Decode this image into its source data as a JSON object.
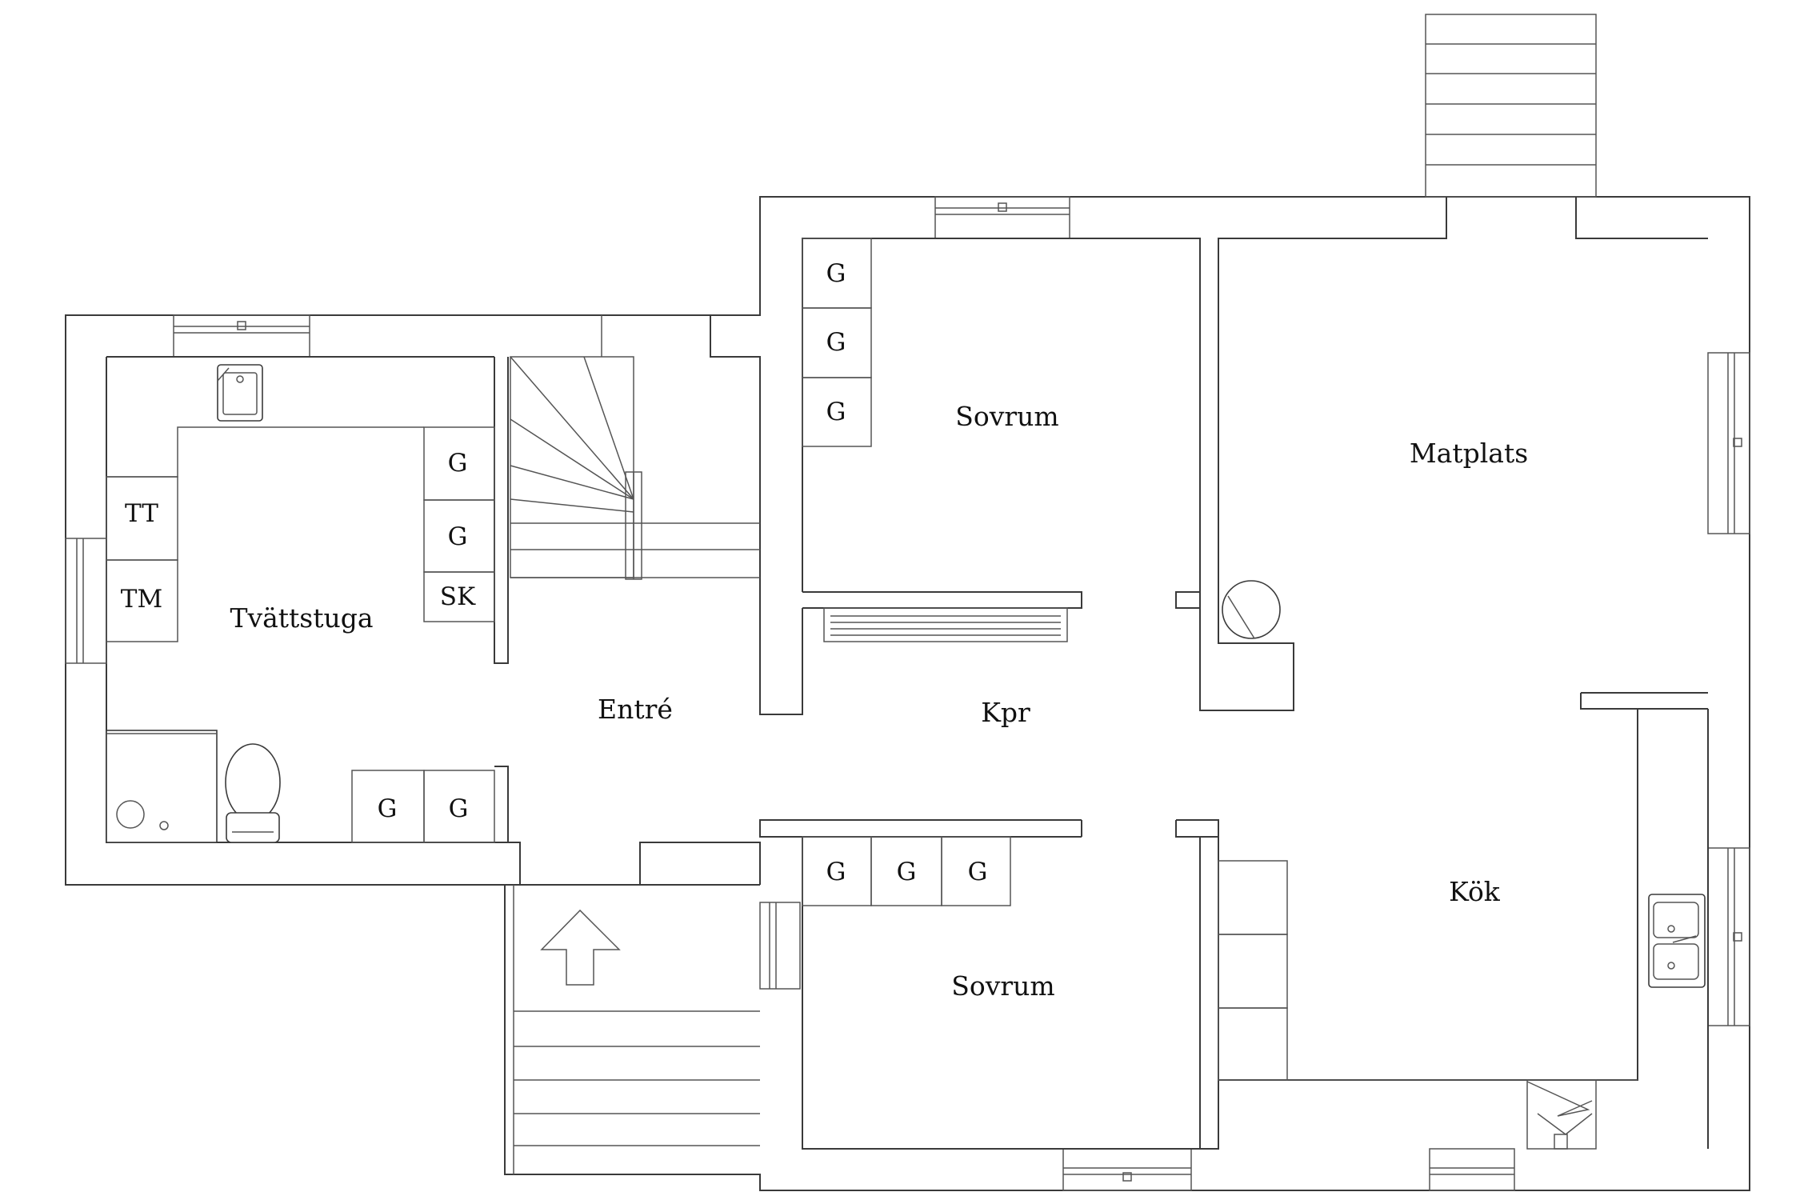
{
  "rooms": {
    "bedroom_top": "Sovrum",
    "dining": "Matplats",
    "laundry": "Tvättstuga",
    "hall": "Entré",
    "corridor": "Kpr",
    "bedroom_bottom": "Sovrum",
    "kitchen": "Kök"
  },
  "cabinets": {
    "wardrobe": "G",
    "tumble_dryer": "TT",
    "washing_machine": "TM",
    "drying_cabinet": "SK"
  }
}
